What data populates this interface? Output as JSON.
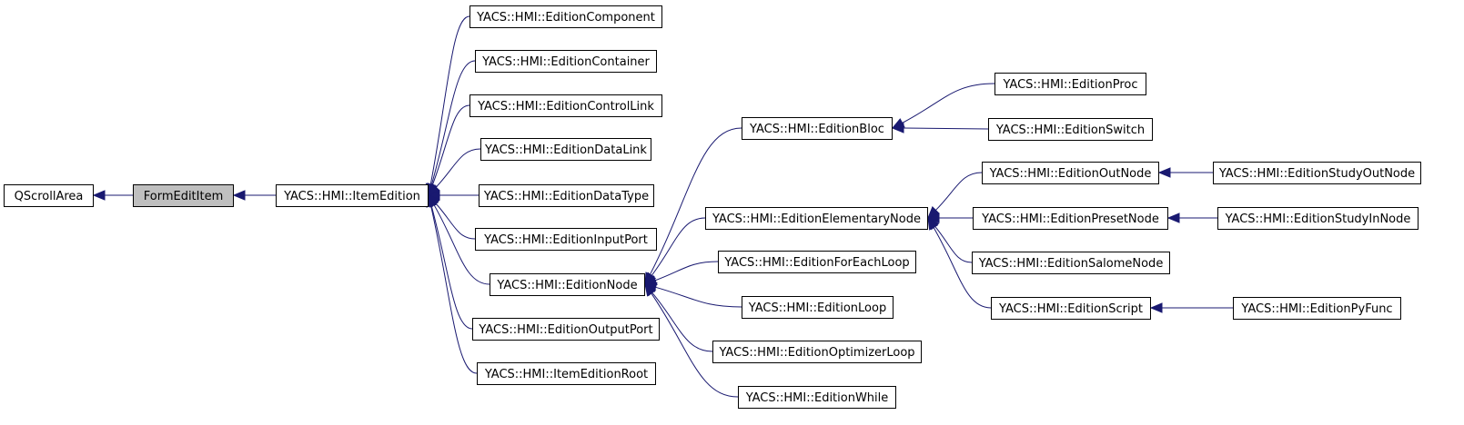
{
  "diagram": {
    "type": "inheritance",
    "colors": {
      "edge": "#191970",
      "box_border": "#000000",
      "highlight_fill": "#bfbfbf",
      "background": "#ffffff"
    },
    "nodes": [
      {
        "id": "qscroll",
        "label": "QScrollArea"
      },
      {
        "id": "formedit",
        "label": "FormEditItem",
        "highlighted": true
      },
      {
        "id": "itemedition",
        "label": "YACS::HMI::ItemEdition"
      },
      {
        "id": "component",
        "label": "YACS::HMI::EditionComponent"
      },
      {
        "id": "container",
        "label": "YACS::HMI::EditionContainer"
      },
      {
        "id": "controllink",
        "label": "YACS::HMI::EditionControlLink"
      },
      {
        "id": "datalink",
        "label": "YACS::HMI::EditionDataLink"
      },
      {
        "id": "datatype",
        "label": "YACS::HMI::EditionDataType"
      },
      {
        "id": "inputport",
        "label": "YACS::HMI::EditionInputPort"
      },
      {
        "id": "node",
        "label": "YACS::HMI::EditionNode"
      },
      {
        "id": "outputport",
        "label": "YACS::HMI::EditionOutputPort"
      },
      {
        "id": "root",
        "label": "YACS::HMI::ItemEditionRoot"
      },
      {
        "id": "bloc",
        "label": "YACS::HMI::EditionBloc"
      },
      {
        "id": "elementary",
        "label": "YACS::HMI::EditionElementaryNode"
      },
      {
        "id": "foreach",
        "label": "YACS::HMI::EditionForEachLoop"
      },
      {
        "id": "loop",
        "label": "YACS::HMI::EditionLoop"
      },
      {
        "id": "optimizer",
        "label": "YACS::HMI::EditionOptimizerLoop"
      },
      {
        "id": "while",
        "label": "YACS::HMI::EditionWhile"
      },
      {
        "id": "proc",
        "label": "YACS::HMI::EditionProc"
      },
      {
        "id": "switch",
        "label": "YACS::HMI::EditionSwitch"
      },
      {
        "id": "outnode",
        "label": "YACS::HMI::EditionOutNode"
      },
      {
        "id": "presetnode",
        "label": "YACS::HMI::EditionPresetNode"
      },
      {
        "id": "salome",
        "label": "YACS::HMI::EditionSalomeNode"
      },
      {
        "id": "script",
        "label": "YACS::HMI::EditionScript"
      },
      {
        "id": "studyout",
        "label": "YACS::HMI::EditionStudyOutNode"
      },
      {
        "id": "studyin",
        "label": "YACS::HMI::EditionStudyInNode"
      },
      {
        "id": "pyfunc",
        "label": "YACS::HMI::EditionPyFunc"
      }
    ],
    "edges": [
      {
        "from": "formedit",
        "to": "qscroll"
      },
      {
        "from": "itemedition",
        "to": "formedit"
      },
      {
        "from": "component",
        "to": "itemedition"
      },
      {
        "from": "container",
        "to": "itemedition"
      },
      {
        "from": "controllink",
        "to": "itemedition"
      },
      {
        "from": "datalink",
        "to": "itemedition"
      },
      {
        "from": "datatype",
        "to": "itemedition"
      },
      {
        "from": "inputport",
        "to": "itemedition"
      },
      {
        "from": "node",
        "to": "itemedition"
      },
      {
        "from": "outputport",
        "to": "itemedition"
      },
      {
        "from": "root",
        "to": "itemedition"
      },
      {
        "from": "bloc",
        "to": "node"
      },
      {
        "from": "elementary",
        "to": "node"
      },
      {
        "from": "foreach",
        "to": "node"
      },
      {
        "from": "loop",
        "to": "node"
      },
      {
        "from": "optimizer",
        "to": "node"
      },
      {
        "from": "while",
        "to": "node"
      },
      {
        "from": "proc",
        "to": "bloc"
      },
      {
        "from": "switch",
        "to": "bloc"
      },
      {
        "from": "outnode",
        "to": "elementary"
      },
      {
        "from": "presetnode",
        "to": "elementary"
      },
      {
        "from": "salome",
        "to": "elementary"
      },
      {
        "from": "script",
        "to": "elementary"
      },
      {
        "from": "studyout",
        "to": "outnode"
      },
      {
        "from": "studyin",
        "to": "presetnode"
      },
      {
        "from": "pyfunc",
        "to": "script"
      }
    ]
  }
}
